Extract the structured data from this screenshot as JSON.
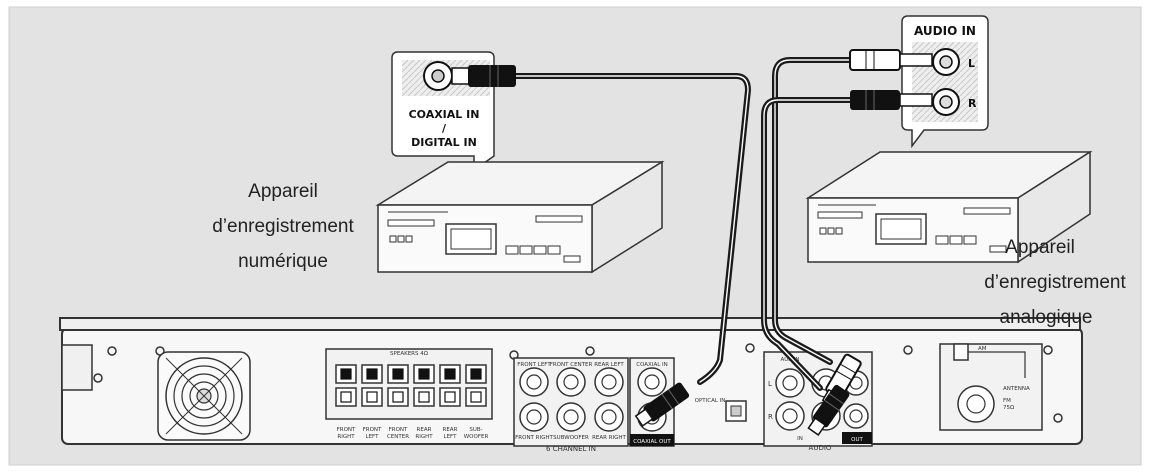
{
  "labels": {
    "digital_recorder": [
      "Appareil",
      "d’enregistrement",
      "numérique"
    ],
    "analog_recorder": [
      "Appareil",
      "d’enregistrement",
      "analogique"
    ],
    "coaxial_in": [
      "COAXIAL IN",
      "/",
      "DIGITAL IN"
    ],
    "audio_in": "AUDIO IN",
    "audio_in_left": "L",
    "audio_in_right": "R"
  },
  "rear_panel": {
    "speaker_top": "SPEAKERS 4Ω",
    "speaker_labels": [
      [
        "FRONT",
        "RIGHT"
      ],
      [
        "FRONT",
        "LEFT"
      ],
      [
        "FRONT",
        "CENTER"
      ],
      [
        "REAR",
        "RIGHT"
      ],
      [
        "REAR",
        "LEFT"
      ],
      [
        "SUB-",
        "WOOFER"
      ]
    ],
    "channel_top": [
      "FRONT LEFT",
      "FRONT CENTER",
      "REAR LEFT"
    ],
    "channel_bottom": [
      "FRONT RIGHT",
      "SUBWOOFER",
      "REAR RIGHT"
    ],
    "channel_title": "6 CHANNEL IN",
    "coaxial_in": "COAXIAL IN",
    "coaxial_out": "COAXIAL OUT",
    "optical_in": "OPTICAL IN",
    "aux_in": "AUX IN",
    "audio_l": "L",
    "audio_r": "R",
    "in_label": "IN",
    "audio_label": "AUDIO",
    "out_label": "OUT",
    "am_label": "AM",
    "antenna_label": "ANTENNA",
    "fm_label": "FM",
    "fm_impedance": "75Ω"
  }
}
